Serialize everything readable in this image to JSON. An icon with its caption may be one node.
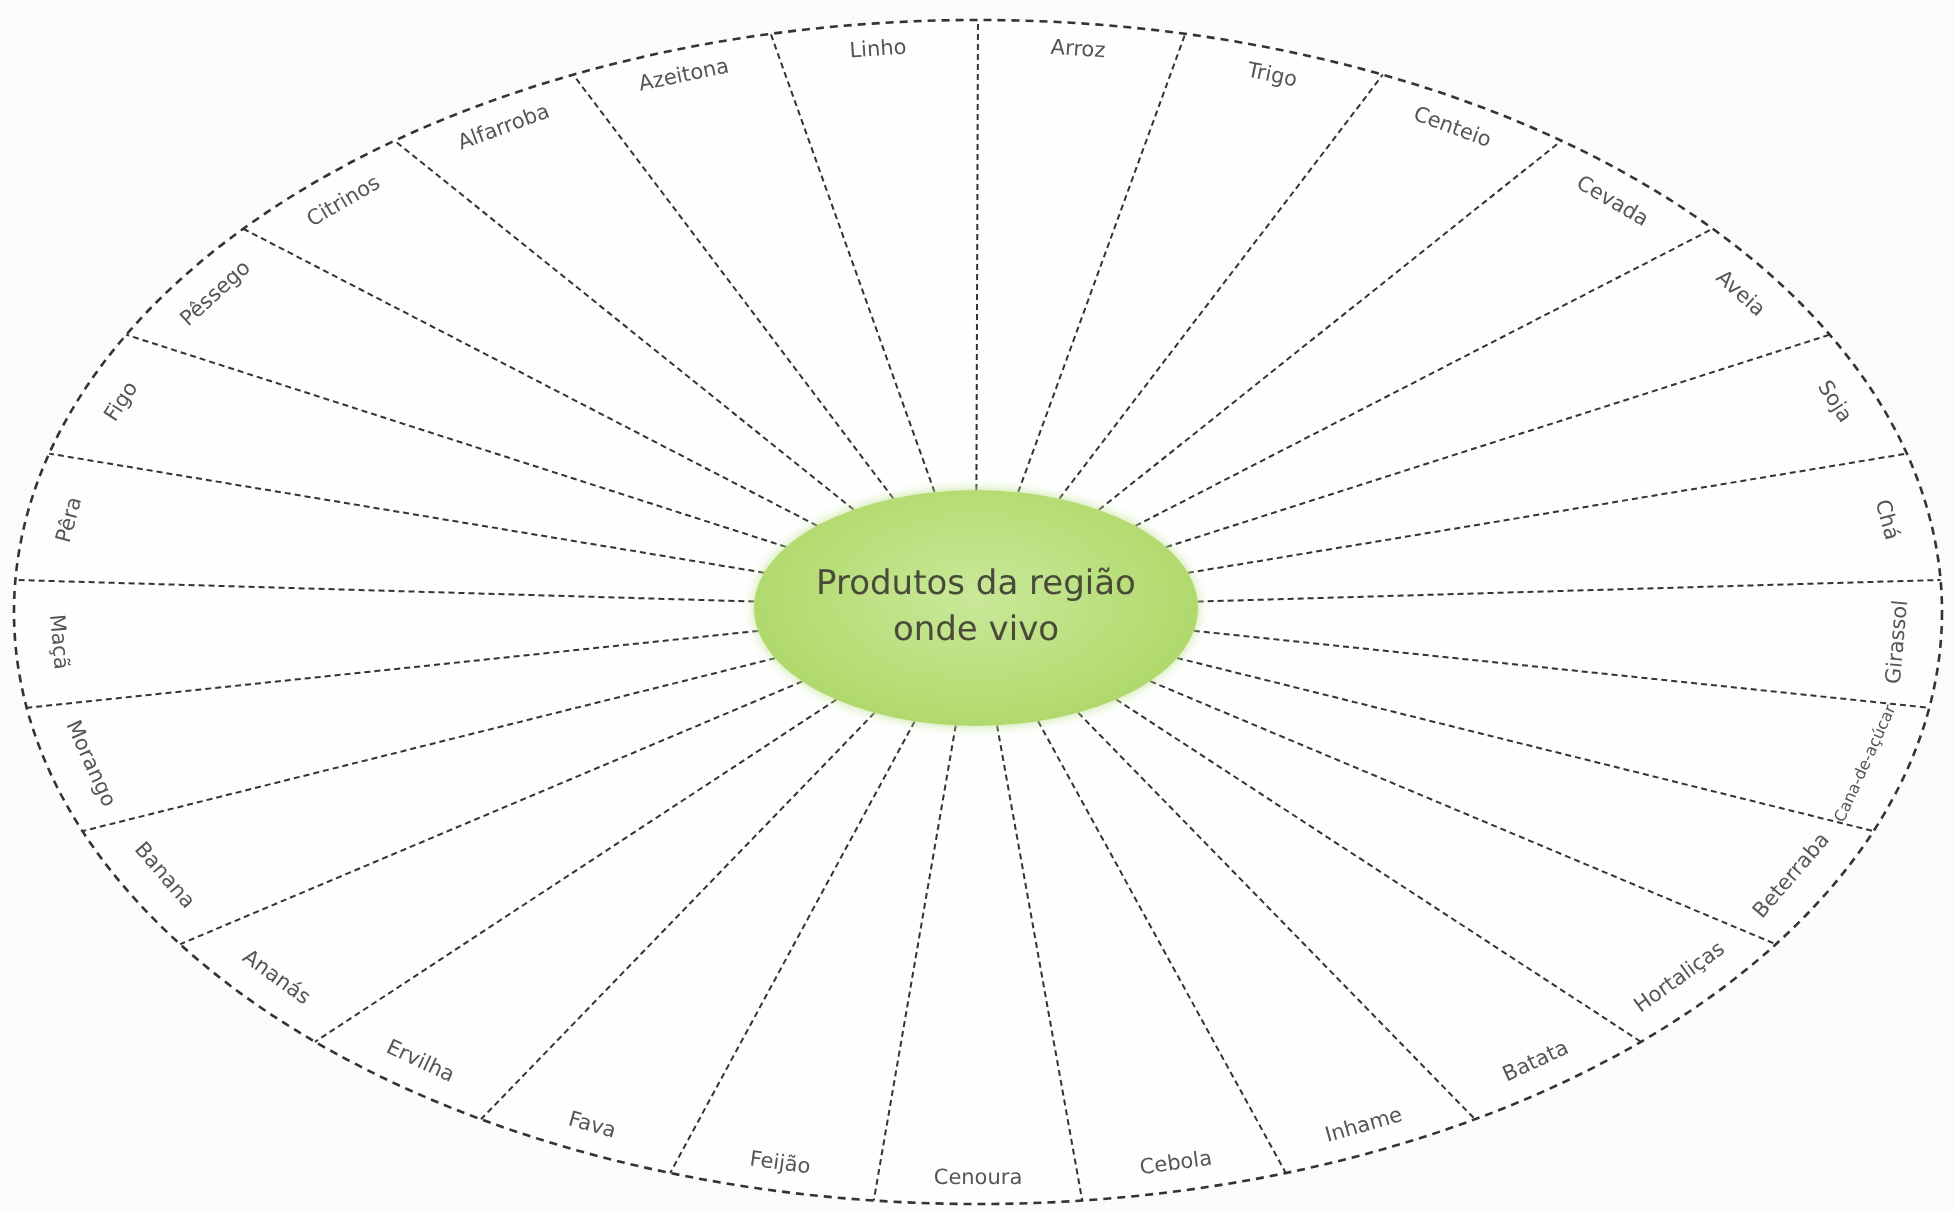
{
  "diagram": {
    "nodes": [
      {
        "text": [
          "Produtos da região onde vivo"
        ]
      }
    ],
    "labels": [
      "Linho",
      "Arroz",
      "Trigo",
      "Centeio",
      "Cevada",
      "Aveia",
      "Soja",
      "Chá",
      "Girassol",
      "Cana-de-açúcar",
      "Beterraba",
      "Hortaliças",
      "Batata",
      "Inhame",
      "Cebola",
      "Cenoura",
      "Feijão",
      "Fava",
      "Ervilha",
      "Ananás",
      "Banana",
      "Morango",
      "Maçã",
      "Pêra",
      "Figo",
      "Pêssego",
      "Citrinos",
      "Alfarroba",
      "Azeitona"
    ]
  }
}
